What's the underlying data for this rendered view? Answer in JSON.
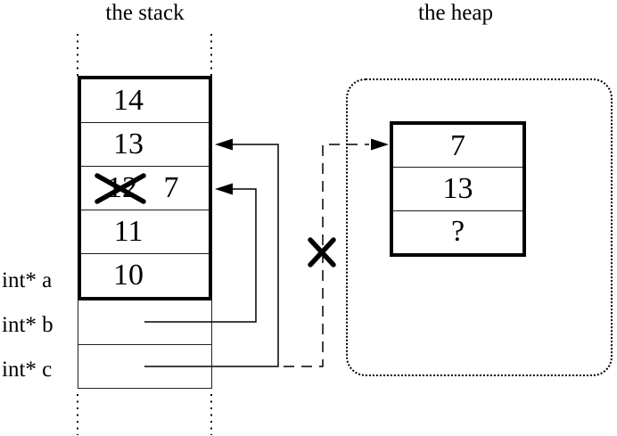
{
  "titles": {
    "stack": "the stack",
    "heap": "the heap"
  },
  "stack": {
    "cells": [
      {
        "value": "14"
      },
      {
        "value": "13"
      },
      {
        "old_value": "12",
        "new_value": "7",
        "crossed_out": true
      },
      {
        "value": "11"
      },
      {
        "value": "10"
      }
    ]
  },
  "variables": [
    {
      "label": "int* a"
    },
    {
      "label": "int* b"
    },
    {
      "label": "int* c"
    }
  ],
  "heap": {
    "cells": [
      {
        "value": "7"
      },
      {
        "value": "13"
      },
      {
        "value": "?"
      }
    ]
  },
  "pointers": [
    {
      "from": "int* b",
      "style": "solid",
      "points_to": "stack cell with 7 (over crossed-out 12)"
    },
    {
      "from": "int* c",
      "style": "solid",
      "points_to": "stack cell with 13"
    },
    {
      "from": "int* c",
      "style": "dashed",
      "points_to": "heap block",
      "crossed_out": true
    }
  ],
  "icons": {
    "x_mark": "✗",
    "arrowhead": "➤"
  },
  "colors": {
    "ink": "#000000",
    "background": "#ffffff"
  }
}
